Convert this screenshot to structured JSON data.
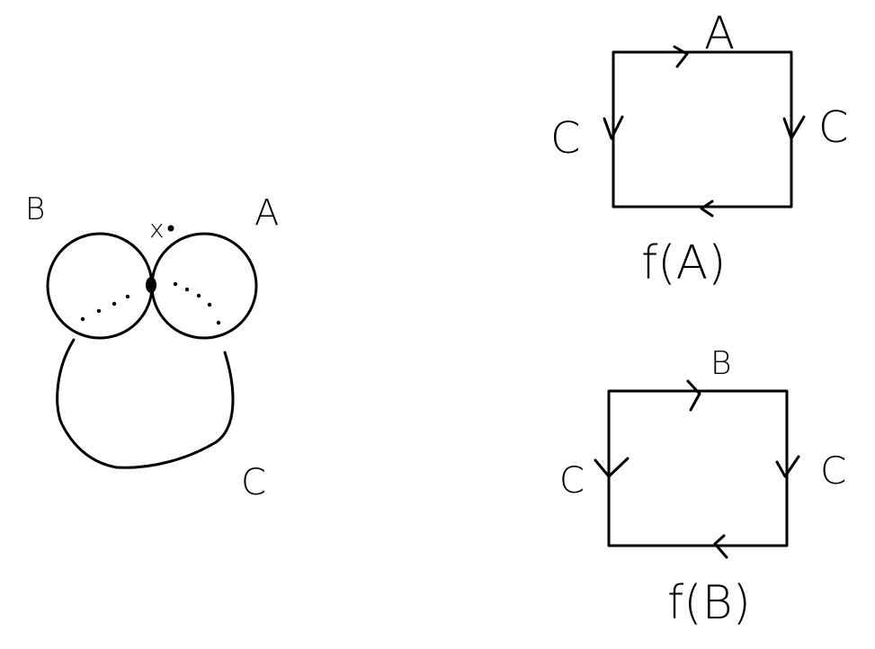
{
  "left_figure": {
    "label_a": "A",
    "label_b": "B",
    "label_c": "C",
    "basepoint_label": "x"
  },
  "square_a": {
    "top_label": "A",
    "left_label": "C",
    "right_label": "C",
    "bottom_label": "f(A)"
  },
  "square_b": {
    "top_label": "B",
    "left_label": "C",
    "right_label": "C",
    "bottom_label": "f(B)"
  },
  "colors": {
    "ink": "#000000",
    "background": "#ffffff"
  }
}
